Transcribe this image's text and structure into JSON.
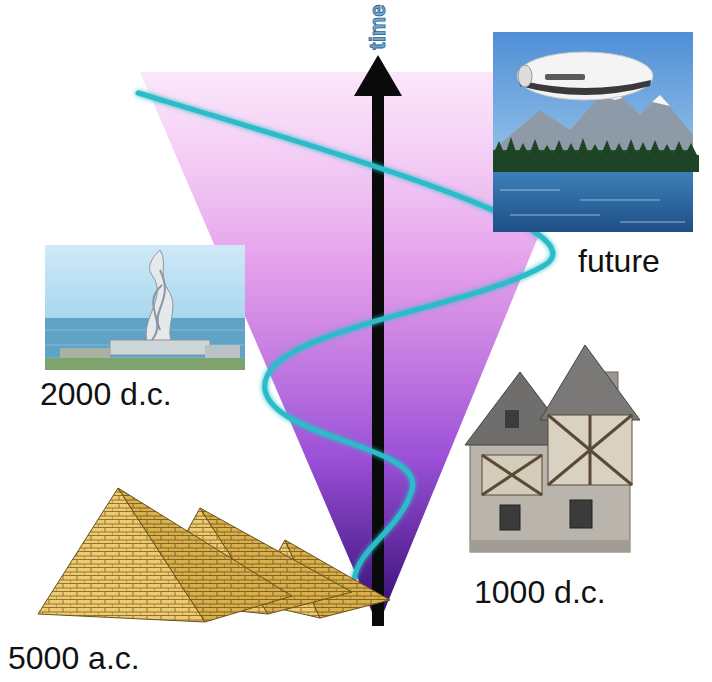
{
  "diagram": {
    "labels": [
      "time",
      "future",
      "2000 d.c.",
      "1000 d.c.",
      "5000 a.c."
    ]
  }
}
